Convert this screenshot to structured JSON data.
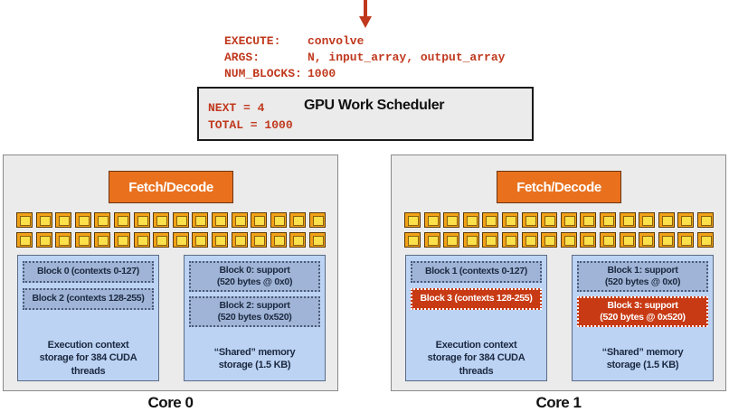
{
  "command": {
    "execute_label": "EXECUTE:",
    "execute_value": "convolve",
    "args_label": "ARGS:",
    "args_value": "N, input_array, output_array",
    "num_blocks_label": "NUM_BLOCKS:",
    "num_blocks_value": "1000"
  },
  "scheduler": {
    "title": "GPU Work Scheduler",
    "next": "NEXT = 4",
    "total": "TOTAL = 1000"
  },
  "colors": {
    "command_text": "#c0391e",
    "fetch_decode": "#e9711e",
    "memory_panel": "#bcd3f4",
    "active_block": "#c83a14"
  },
  "cores": [
    {
      "label": "Core 0",
      "fetch_decode": "Fetch/Decode",
      "alu_rows": 2,
      "alu_per_row": 16,
      "exec_blocks": [
        {
          "text": "Block 0 (contexts 0-127)",
          "active": false
        },
        {
          "text": "Block 2 (contexts 128-255)",
          "active": false
        }
      ],
      "exec_caption": [
        "Execution context",
        "storage for 384 CUDA",
        "threads"
      ],
      "shared_blocks": [
        {
          "line1": "Block 0: support",
          "line2": "(520 bytes @ 0x0)",
          "active": false
        },
        {
          "line1": "Block 2: support",
          "line2": "(520 bytes 0x520)",
          "active": false
        }
      ],
      "shared_caption": [
        "“Shared” memory",
        "storage (1.5 KB)"
      ]
    },
    {
      "label": "Core 1",
      "fetch_decode": "Fetch/Decode",
      "alu_rows": 2,
      "alu_per_row": 16,
      "exec_blocks": [
        {
          "text": "Block 1 (contexts 0-127)",
          "active": false
        },
        {
          "text": "Block 3 (contexts 128-255)",
          "active": true
        }
      ],
      "exec_caption": [
        "Execution context",
        "storage for 384 CUDA",
        "threads"
      ],
      "shared_blocks": [
        {
          "line1": "Block 1: support",
          "line2": "(520 bytes @ 0x0)",
          "active": false
        },
        {
          "line1": "Block 3: support",
          "line2": "(520 bytes @ 0x520)",
          "active": true
        }
      ],
      "shared_caption": [
        "“Shared” memory",
        "storage (1.5 KB)"
      ]
    }
  ]
}
